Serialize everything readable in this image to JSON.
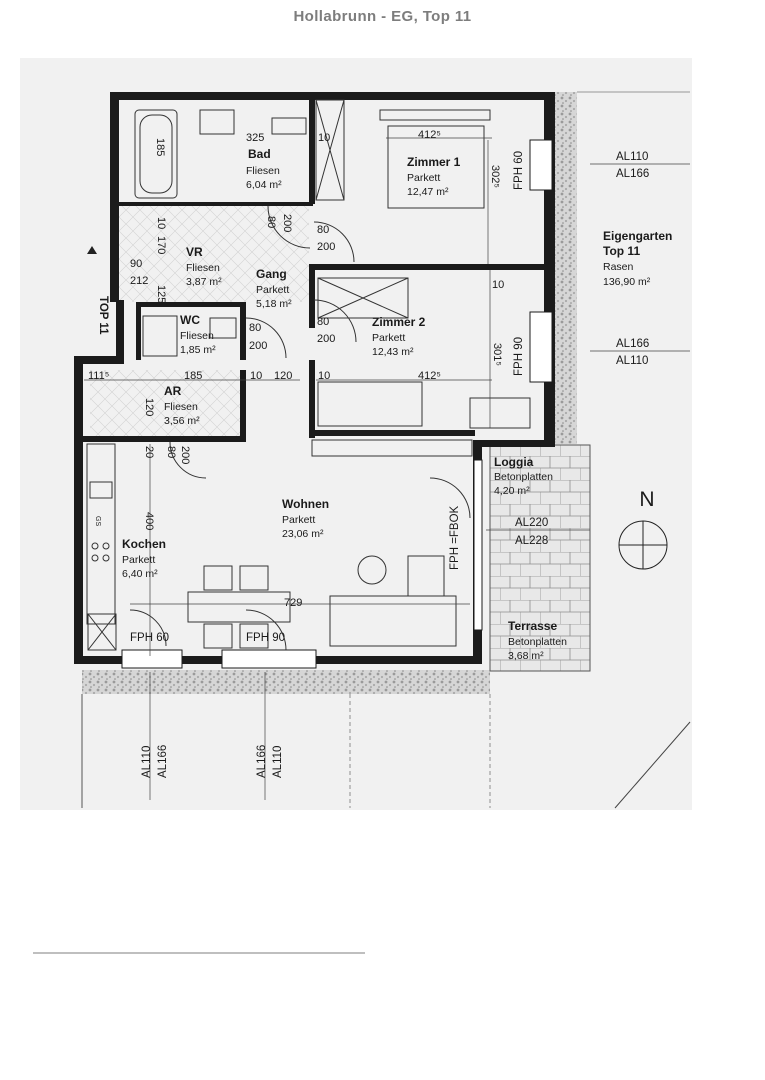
{
  "title": "Hollabrunn - EG, Top 11",
  "rooms": [
    {
      "name": "Bad",
      "surface": "Fliesen",
      "area": "6,04 m²"
    },
    {
      "name": "Zimmer 1",
      "surface": "Parkett",
      "area": "12,47 m²"
    },
    {
      "name": "VR",
      "surface": "Fliesen",
      "area": "3,87 m²"
    },
    {
      "name": "Gang",
      "surface": "Parkett",
      "area": "5,18 m²"
    },
    {
      "name": "Zimmer 2",
      "surface": "Parkett",
      "area": "12,43 m²"
    },
    {
      "name": "WC",
      "surface": "Fliesen",
      "area": "1,85 m²"
    },
    {
      "name": "AR",
      "surface": "Fliesen",
      "area": "3,56 m²"
    },
    {
      "name": "Wohnen",
      "surface": "Parkett",
      "area": "23,06 m²"
    },
    {
      "name": "Kochen",
      "surface": "Parkett",
      "area": "6,40 m²"
    },
    {
      "name": "Loggia",
      "surface": "Betonplatten",
      "area": "4,20 m²"
    },
    {
      "name": "Terrasse",
      "surface": "Betonplatten",
      "area": "3,68 m²"
    },
    {
      "name": "Eigengarten",
      "subtitle": "Top 11",
      "surface": "Rasen",
      "area": "136,90 m²"
    }
  ],
  "labels": {
    "top": "TOP 11",
    "north": "N",
    "al_right_1a": "AL110",
    "al_right_1b": "AL166",
    "al_right_2a": "AL166",
    "al_right_2b": "AL110",
    "al_loggia_a": "AL220",
    "al_loggia_b": "AL228",
    "al_bottom_1a": "AL110",
    "al_bottom_1b": "AL166",
    "al_bottom_2a": "AL166",
    "al_bottom_2b": "AL110",
    "fph_z1": "FPH 60",
    "fph_z2": "FPH 90",
    "fph_wohnen": "FPH =FBOK",
    "fph_k1": "FPH 60",
    "fph_k2": "FPH 90"
  },
  "dims": {
    "bad_w": "325",
    "bad_tub": "185",
    "d10a": "10",
    "z1_w": "412⁵",
    "z1_h": "302⁵",
    "d10b": "10",
    "d170": "170",
    "d80a": "80",
    "d200a": "200",
    "d80b": "80",
    "d200b": "200",
    "d90": "90",
    "d212": "212",
    "d125": "125",
    "d10c": "10",
    "d80c": "80",
    "d200c": "200",
    "d80d": "80",
    "d200d": "200",
    "z2_h": "301⁵",
    "d111": "111⁵",
    "d185": "185",
    "d10d": "10",
    "d120a": "120",
    "d10e": "10",
    "z2_w": "412⁵",
    "d120b": "120",
    "d20": "20",
    "d80e": "80",
    "d200e": "200",
    "k400": "400",
    "w729": "729",
    "gs": "GS"
  },
  "colors": {
    "wall": "#1b1b1b",
    "gravel": "#c9c9c9",
    "pavers": "#e4e4e4"
  }
}
